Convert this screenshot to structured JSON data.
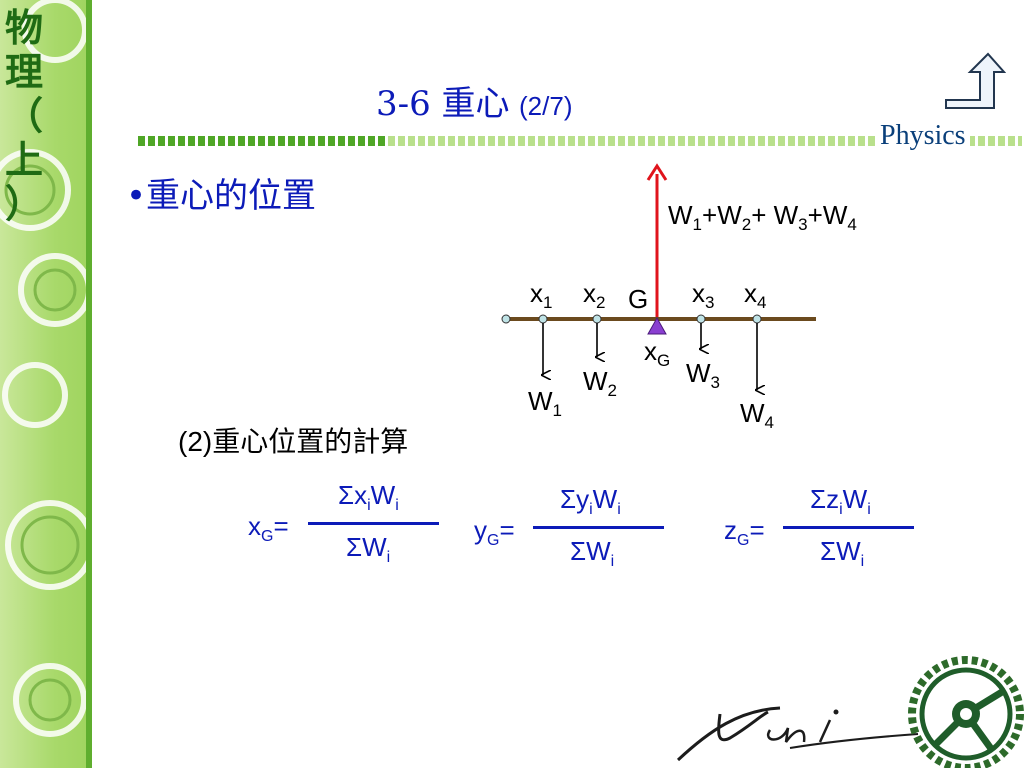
{
  "side_title": [
    "物",
    "理",
    "（",
    "上",
    "）"
  ],
  "slide_title": {
    "main": "3-6 重心",
    "page": "(2/7)"
  },
  "header_brand": "Physics",
  "bullet": "•重心的位置",
  "diagram": {
    "total_label": {
      "parts": [
        "W",
        "1",
        "+W",
        "2",
        "+ W",
        "3",
        "+W",
        "4"
      ]
    },
    "positions": [
      "x1",
      "x2",
      "x3",
      "x4"
    ],
    "center_label": "G",
    "center_position_label": "xG",
    "weights": [
      "W1",
      "W2",
      "W3",
      "W4"
    ]
  },
  "subhead": {
    "num": "(2)",
    "text": "重心位置的計算"
  },
  "formulas": [
    {
      "lhs": "x",
      "lhs_sub": "G",
      "num_var": "x",
      "num_sub": "i",
      "num_w": "W",
      "num_w_sub": "i",
      "den_w": "W",
      "den_sub": "i"
    },
    {
      "lhs": "y",
      "lhs_sub": "G",
      "num_var": "y",
      "num_sub": "i",
      "num_w": "W",
      "num_w_sub": "i",
      "den_w": "W",
      "den_sub": "i"
    },
    {
      "lhs": "z",
      "lhs_sub": "G",
      "num_var": "z",
      "num_sub": "i",
      "num_w": "W",
      "num_w_sub": "i",
      "den_w": "W",
      "den_sub": "i"
    }
  ],
  "signature": "Vani",
  "colors": {
    "accent": "#0c1bb8",
    "green": "#4fa626",
    "beam": "#6b4a1e",
    "arrow_red": "#e0141c",
    "marker": "#8a3fd1"
  }
}
